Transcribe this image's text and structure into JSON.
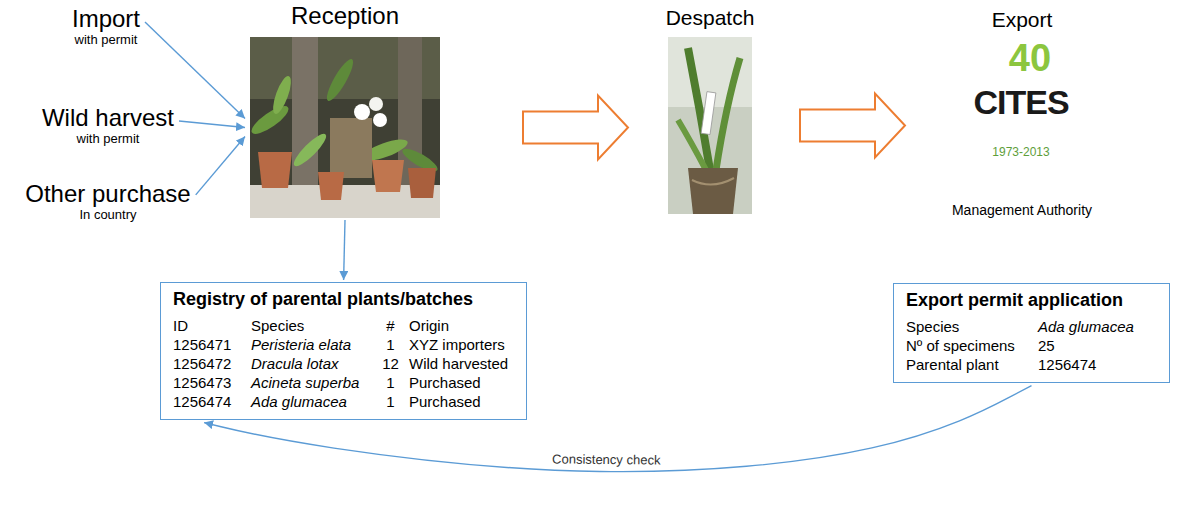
{
  "diagram": {
    "nodes": [
      {
        "text": [
          "Import",
          "with permit"
        ]
      },
      {
        "text": [
          "Wild harvest",
          "with permit"
        ]
      },
      {
        "text": [
          "Other purchase",
          "In country"
        ]
      },
      {
        "text": [
          "Reception"
        ]
      },
      {
        "text": [
          "Despatch"
        ]
      },
      {
        "text": [
          "Export",
          "Management Authority"
        ]
      },
      {
        "text": [
          "Registry of parental plants/batches",
          "ID",
          "Species",
          "#",
          "Origin",
          "1256471",
          "Peristeria elata",
          "1",
          "XYZ importers",
          "1256472",
          "Dracula lotax",
          "12",
          "Wild harvested",
          "1256473",
          "Acineta superba",
          "1",
          "Purchased",
          "1256474",
          "Ada glumacea",
          "1",
          "Purchased"
        ]
      },
      {
        "text": [
          "Export permit application",
          "Species",
          "Ada glumacea",
          "Nº of specimens",
          "25",
          "Parental plant",
          "1256474"
        ]
      }
    ],
    "edges": [
      {
        "from": 0,
        "to": 3,
        "arrow": "to"
      },
      {
        "from": 1,
        "to": 3,
        "arrow": "to"
      },
      {
        "from": 2,
        "to": 3,
        "arrow": "to"
      },
      {
        "from": 3,
        "to": 4,
        "arrow": "to"
      },
      {
        "from": 4,
        "to": 5,
        "arrow": "to"
      },
      {
        "from": 3,
        "to": 6,
        "arrow": "to"
      },
      {
        "from": 7,
        "to": 6,
        "label": "Consistency check",
        "arrow": "to"
      }
    ],
    "labels": [
      "40",
      "CITES",
      "1973-2013"
    ]
  }
}
